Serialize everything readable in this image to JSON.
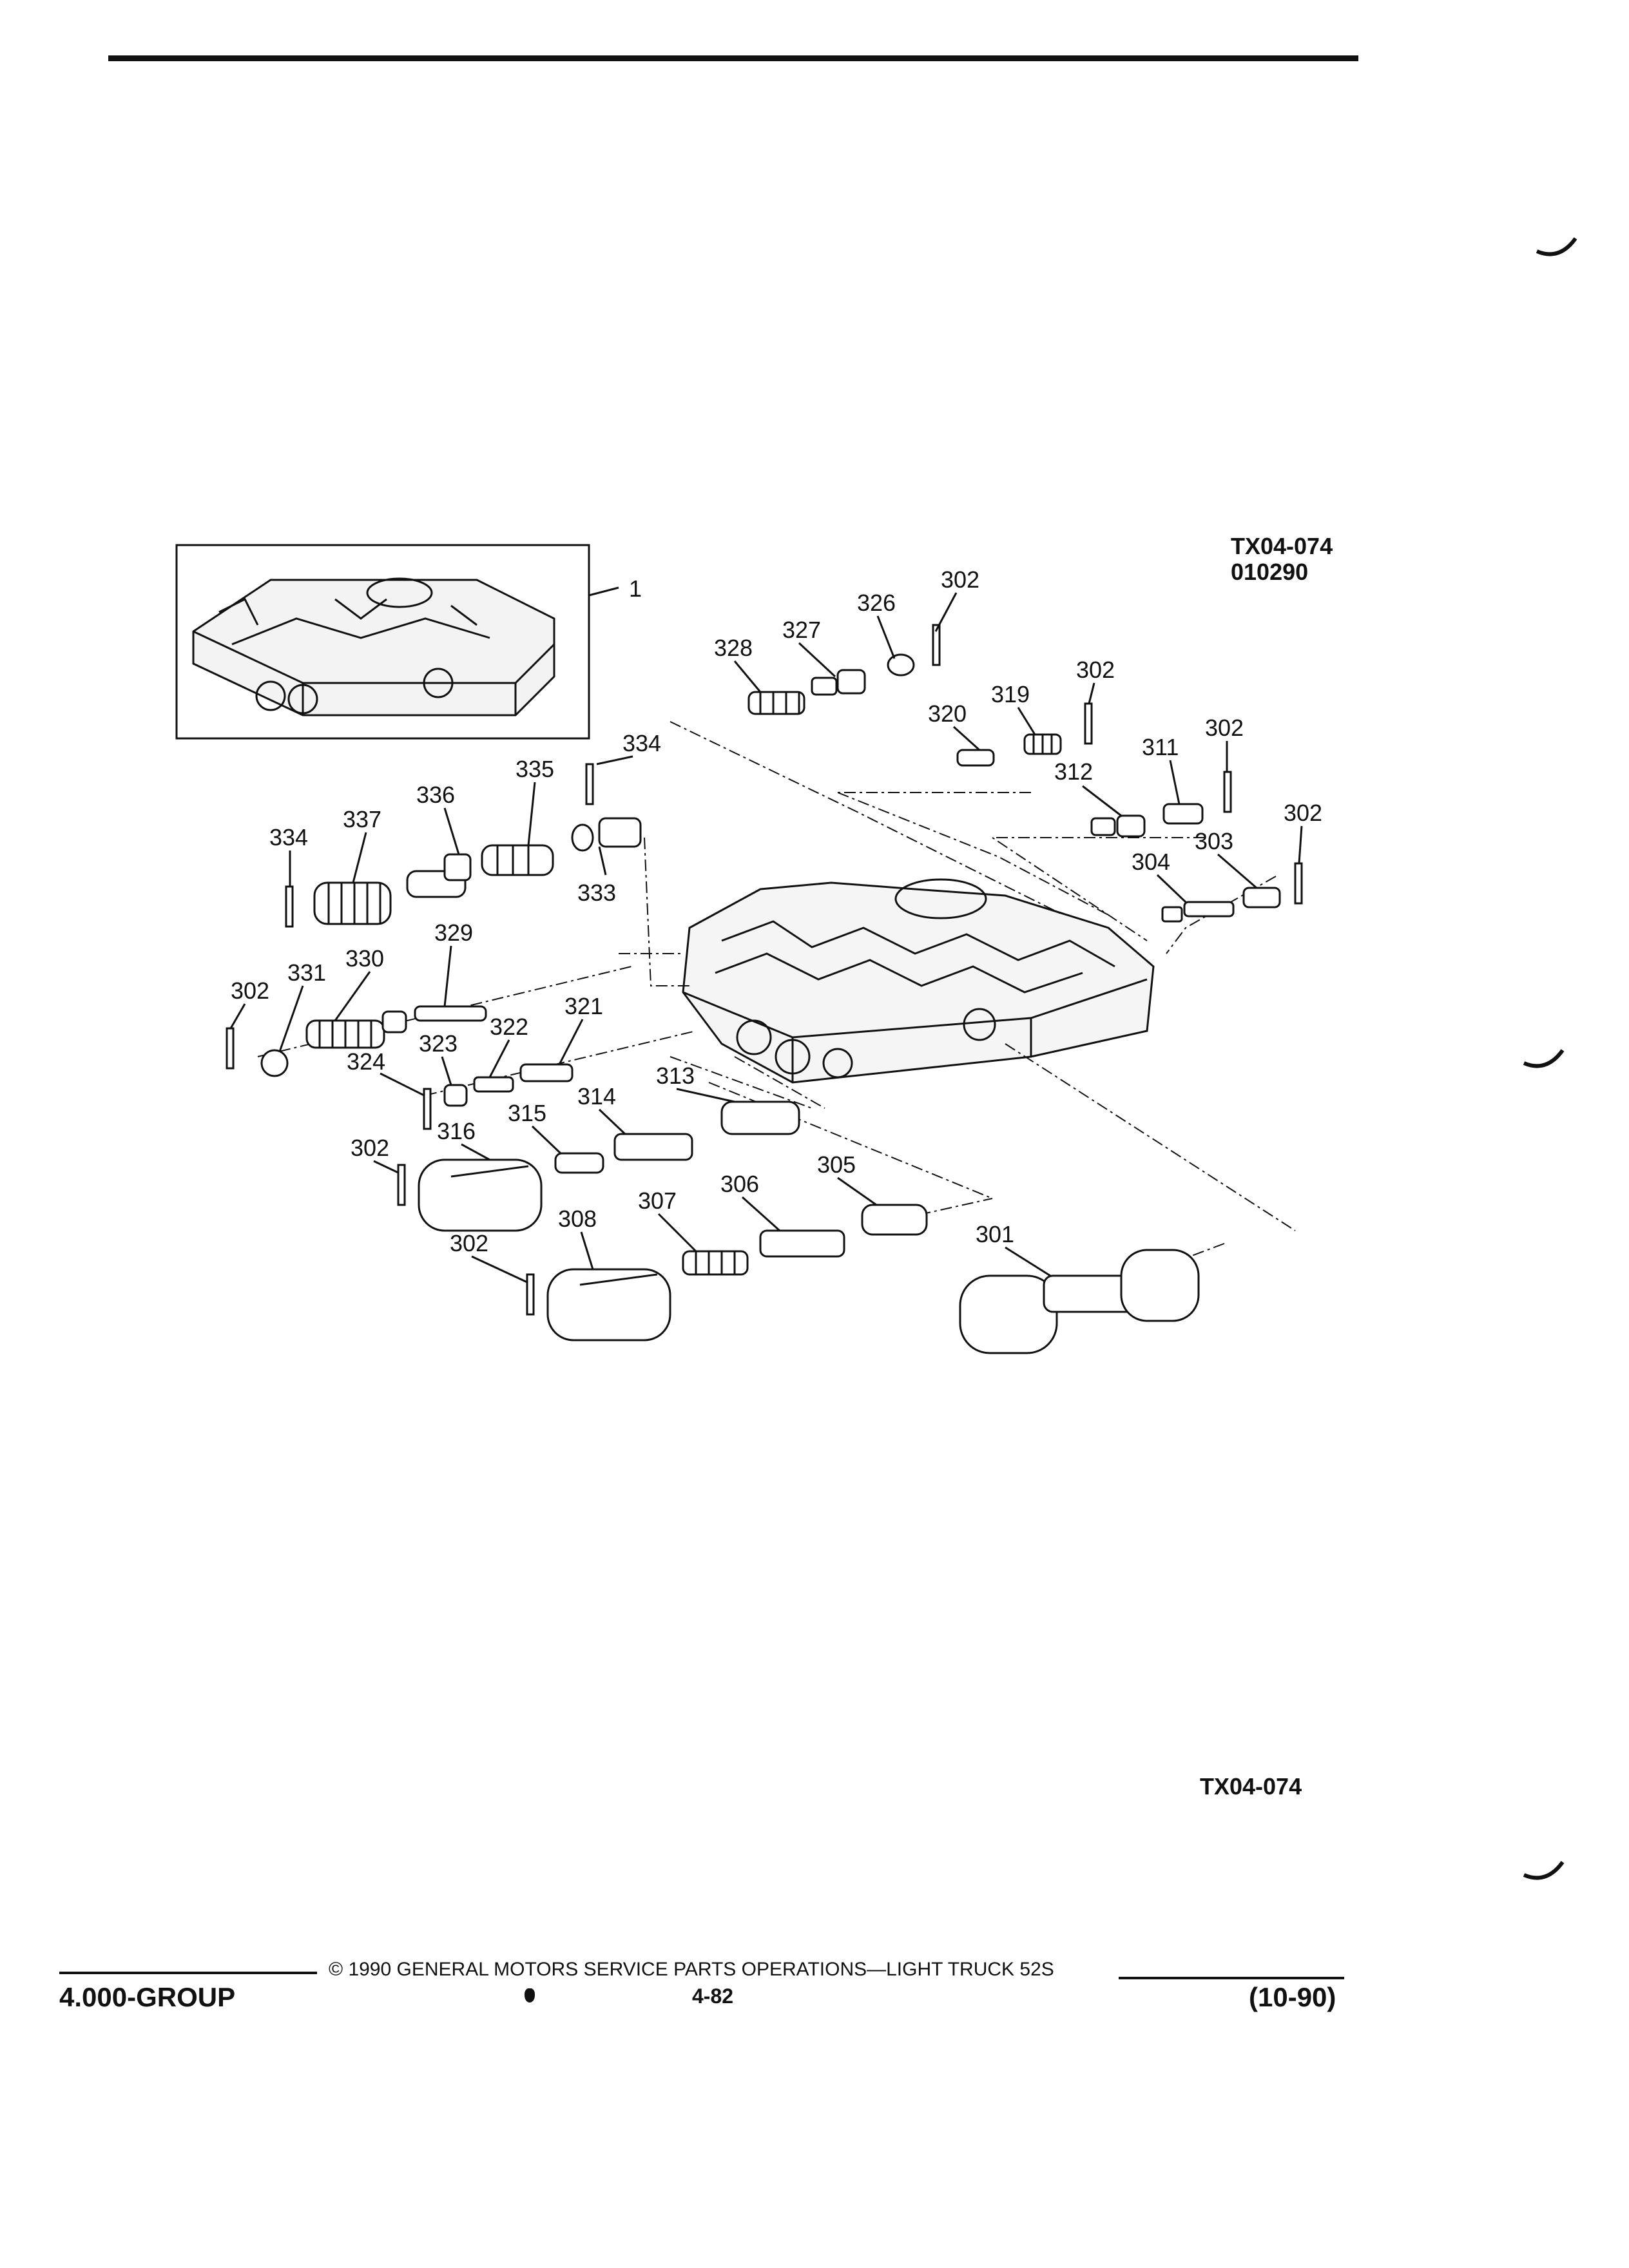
{
  "header": {
    "diagram_code": "TX04-074",
    "diagram_date": "010290"
  },
  "diagram": {
    "callouts": [
      "1",
      "302",
      "326",
      "327",
      "328",
      "302",
      "319",
      "320",
      "312",
      "311",
      "302",
      "334",
      "335",
      "336",
      "337",
      "334",
      "333",
      "302",
      "303",
      "304",
      "329",
      "302",
      "331",
      "330",
      "321",
      "322",
      "323",
      "324",
      "313",
      "314",
      "315",
      "316",
      "302",
      "305",
      "306",
      "307",
      "308",
      "302",
      "301"
    ]
  },
  "bottom_code": "TX04-074",
  "footer": {
    "copyright": "© 1990 GENERAL MOTORS SERVICE PARTS OPERATIONS—LIGHT TRUCK 52S",
    "group": "4.000-GROUP",
    "page": "4-82",
    "date": "(10-90)"
  }
}
